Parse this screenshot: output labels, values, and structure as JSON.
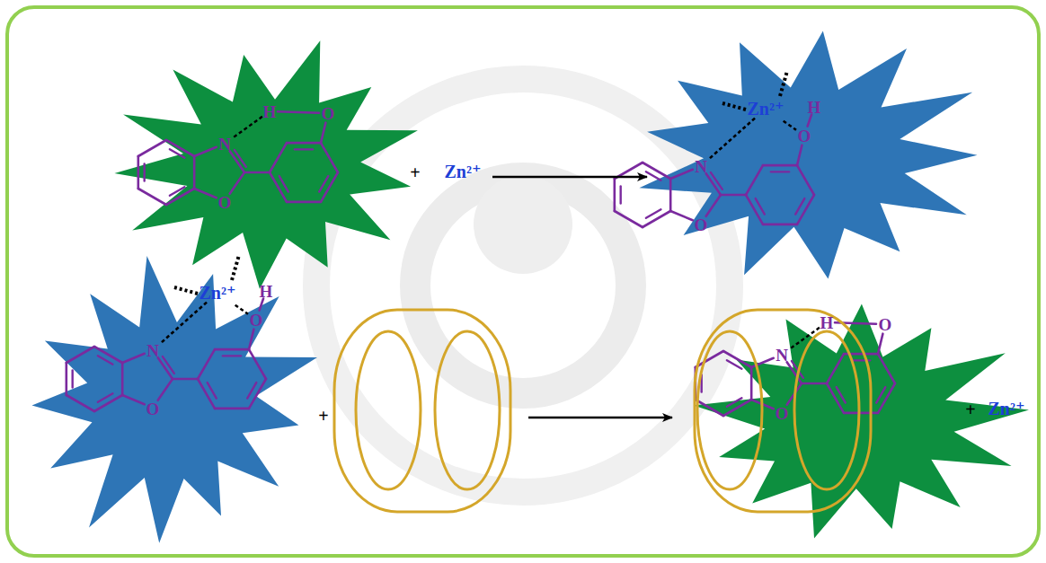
{
  "diagram": {
    "labels": [
      "H",
      "O",
      "N",
      "O",
      "+",
      "Zn²⁺",
      "Zn²⁺",
      "H",
      "O",
      "N",
      "O",
      "Zn²⁺",
      "H",
      "O",
      "N",
      "O",
      "+",
      "H",
      "O",
      "N",
      "O",
      "+",
      "Zn²⁺"
    ]
  }
}
